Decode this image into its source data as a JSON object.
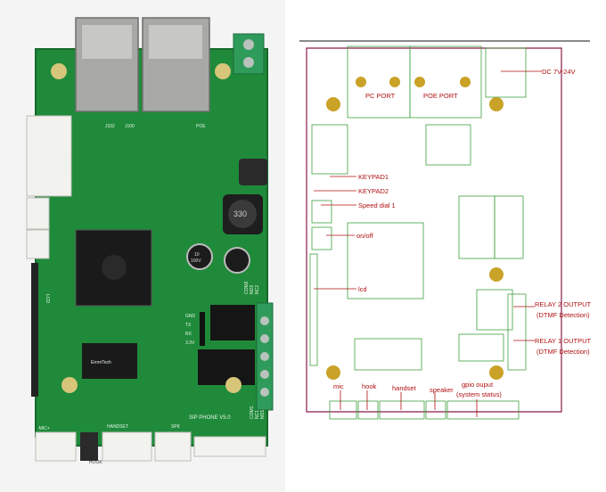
{
  "photo": {
    "board_title": "SIP PHONE V5.0",
    "port_labels": [
      "J102",
      "J100",
      "POE"
    ],
    "side_labels": {
      "keypad": "KEYPAD1",
      "mic": "-MIC+",
      "hook": "HOOK",
      "handset": "HANDSET",
      "spk": "SPK",
      "com1": "COM1",
      "nc1": "NC1",
      "no1": "NO1",
      "com2": "COM2",
      "no2": "NO2",
      "nc2": "NC2",
      "gnd": "GND",
      "tx": "TX",
      "rx": "RX",
      "v33": "3.3V",
      "lcd": "LCD"
    },
    "inductor_marking": "330",
    "capacitor_marking_1": "10",
    "capacitor_marking_2": "100V",
    "chip_brand": "ErronTech"
  },
  "schematic": {
    "labels": {
      "dc": "DC 7V-24V",
      "pc_port": "PC PORT",
      "poe_port": "POE  PORT",
      "keypad1": "KEYPAD1",
      "keypad2": "KEYPAD2",
      "speed_dial": "Speed dial 1",
      "onoff": "on/off",
      "lcd": "lcd",
      "relay2": "RELAY 2 OUTPUT",
      "relay2_sub": "(DTMF Detection)",
      "relay1": "RELAY 1 OUTPUT",
      "relay1_sub": "(DTMF Detection)",
      "mic": "mic",
      "hook": "hook",
      "handset": "handset",
      "speaker": "speaker",
      "gpio": "gpio ouput",
      "gpio_sub": "(system status)"
    },
    "colors": {
      "label": "#b01010",
      "outline": "#8a1a4a",
      "mount_hole": "#c9a227",
      "trace": "#3fa03f"
    }
  }
}
